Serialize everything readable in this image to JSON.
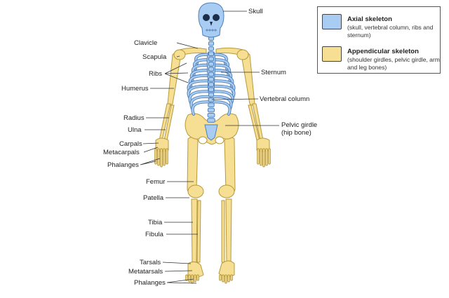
{
  "colors": {
    "axial_fill": "#a9cdf2",
    "axial_stroke": "#4f7fb8",
    "appendicular_fill": "#f6de92",
    "appendicular_stroke": "#b79a3c",
    "leader_line": "#333333"
  },
  "legend": {
    "axial": {
      "title": "Axial skeleton",
      "description": "(skull, vertebral column, ribs and sternum)"
    },
    "appendicular": {
      "title": "Appendicular skeleton",
      "description": "(shoulder girdles, pelvic girdle, arm and leg bones)"
    }
  },
  "labels": {
    "skull": "Skull",
    "clavicle": "Clavicle",
    "scapula": "Scapula",
    "ribs": "Ribs",
    "sternum": "Sternum",
    "humerus": "Humerus",
    "vertebral_column": "Vertebral column",
    "radius": "Radius",
    "ulna": "Ulna",
    "pelvic_girdle": "Pelvic girdle",
    "hip_bone": "(hip bone)",
    "carpals": "Carpals",
    "metacarpals": "Metacarpals",
    "phalanges_hand": "Phalanges",
    "femur": "Femur",
    "patella": "Patella",
    "tibia": "Tibia",
    "fibula": "Fibula",
    "tarsals": "Tarsals",
    "metatarsals": "Metatarsals",
    "phalanges_foot": "Phalanges"
  }
}
